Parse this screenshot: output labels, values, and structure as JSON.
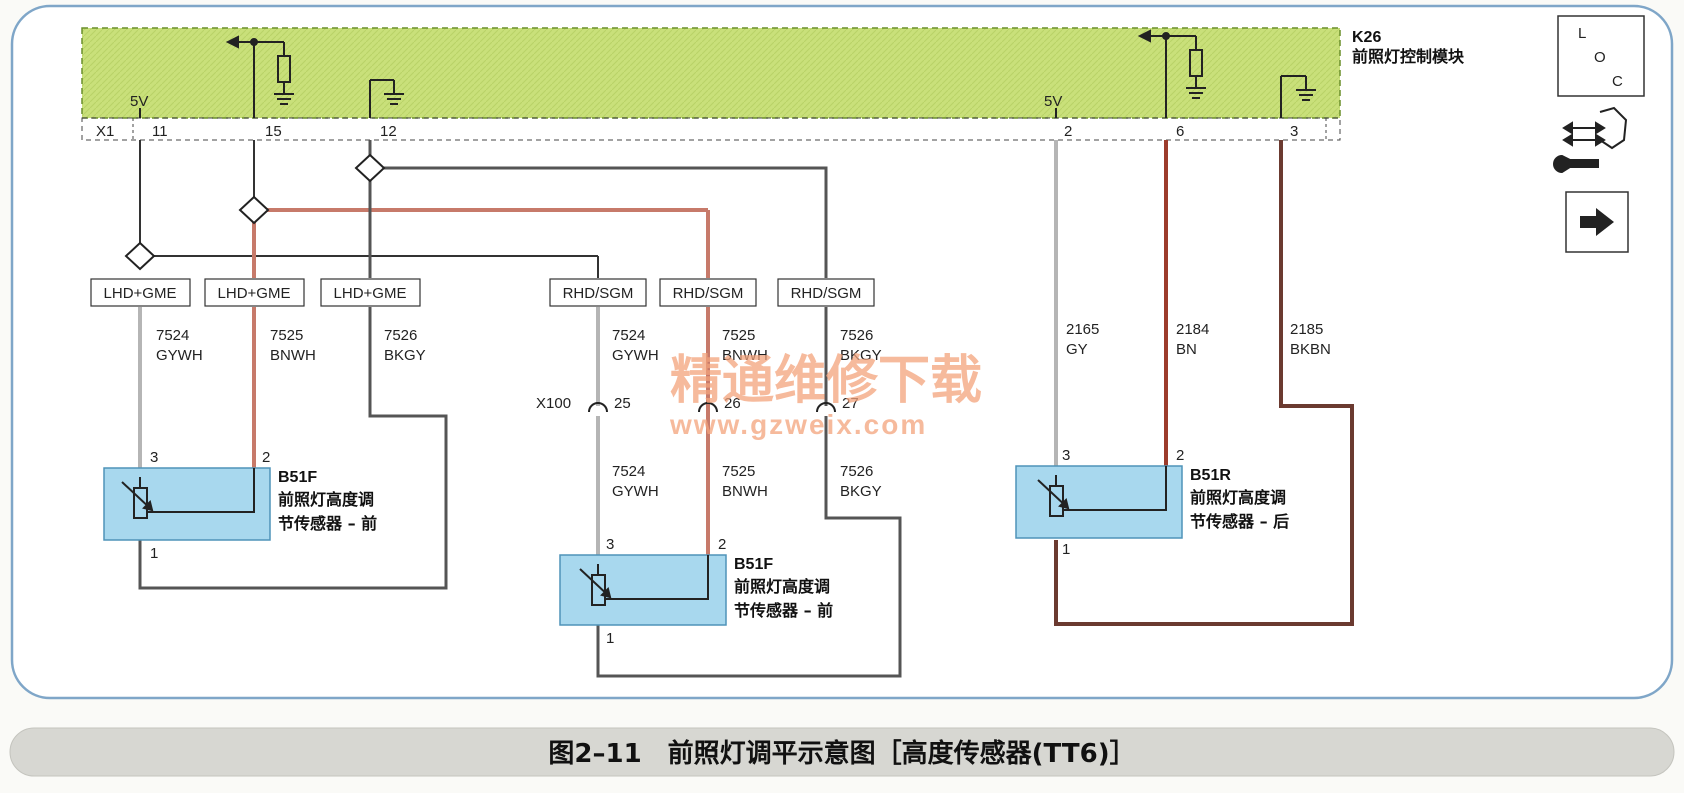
{
  "module": {
    "id": "K26",
    "name": "前照灯控制模块",
    "connector": "X1",
    "left_pins": [
      "11",
      "15",
      "12"
    ],
    "right_pins": [
      "2",
      "6",
      "3"
    ],
    "supply_left": "5V",
    "supply_right": "5V"
  },
  "variants": {
    "lhd": "LHD+GME",
    "rhd": "RHD/SGM"
  },
  "wires": {
    "w7524": {
      "num": "7524",
      "color": "GYWH"
    },
    "w7525": {
      "num": "7525",
      "color": "BNWH"
    },
    "w7526": {
      "num": "7526",
      "color": "BKGY"
    },
    "w2165": {
      "num": "2165",
      "color": "GY"
    },
    "w2184": {
      "num": "2184",
      "color": "BN"
    },
    "w2185": {
      "num": "2185",
      "color": "BKBN"
    }
  },
  "inline_connector": {
    "id": "X100",
    "pins": [
      "25",
      "26",
      "27"
    ]
  },
  "sensors": {
    "front_lhd": {
      "id": "B51F",
      "line1": "前照灯高度调",
      "line2": "节传感器 – 前",
      "pins": [
        "3",
        "2",
        "1"
      ]
    },
    "front_rhd": {
      "id": "B51F",
      "line1": "前照灯高度调",
      "line2": "节传感器 – 前",
      "pins": [
        "3",
        "2",
        "1"
      ]
    },
    "rear": {
      "id": "B51R",
      "line1": "前照灯高度调",
      "line2": "节传感器 – 后",
      "pins": [
        "3",
        "2",
        "1"
      ]
    }
  },
  "loc_box": {
    "l": "L",
    "o": "O",
    "c": "C"
  },
  "watermark": {
    "line1": "精通维修下载",
    "line2": "www.gzweix.com"
  },
  "caption": "图2–11　前照灯调平示意图［高度传感器(TT6)］",
  "colors": {
    "module_fill": "#c9e07a",
    "sensor_fill": "#a8d8ee",
    "wire_gray": "#9a9a9a",
    "wire_brown": "#8a3a2a",
    "wire_black": "#333333",
    "frame_blue": "#7fa6c8"
  }
}
